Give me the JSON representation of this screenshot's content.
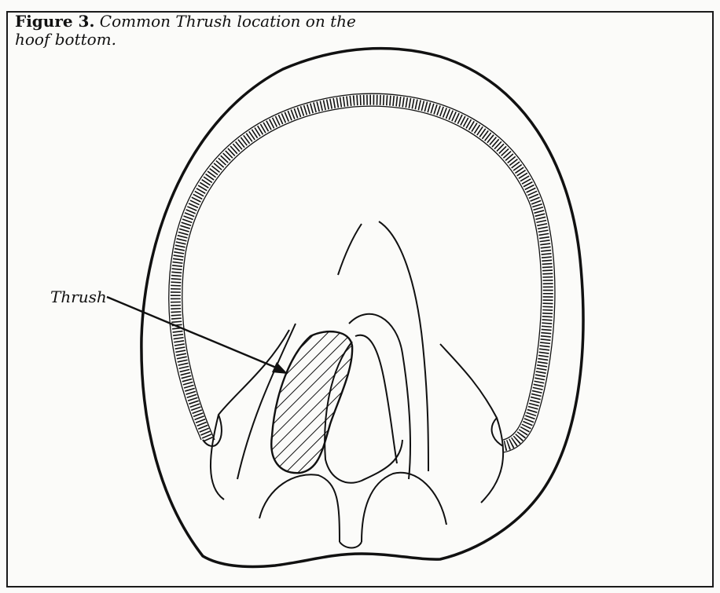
{
  "figure": {
    "caption_lead": "Figure 3.",
    "caption_text": "Common Thrush location on the hoof bottom.",
    "callout_label": "Thrush"
  }
}
